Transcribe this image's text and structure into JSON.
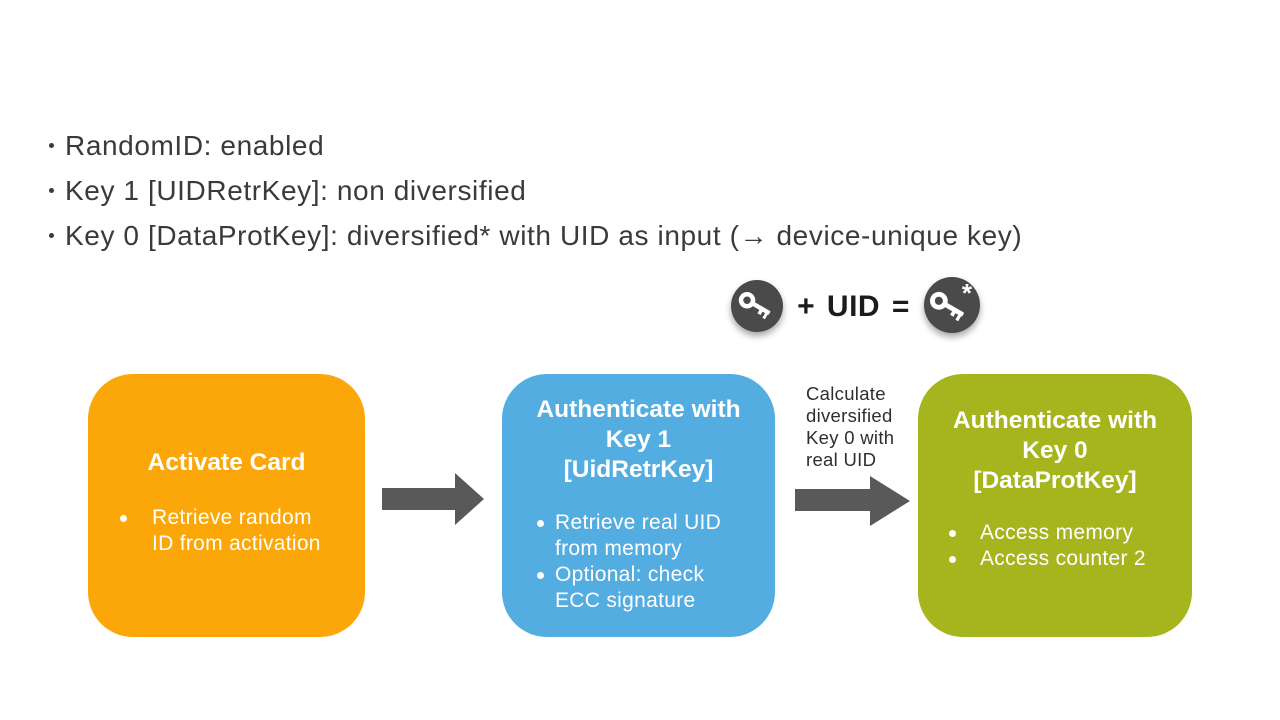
{
  "top_bullets": [
    "RandomID: enabled",
    "Key 1 [UIDRetrKey]: non diversified",
    "Key 0 [DataProtKey]: diversified* with UID as input (→ device-unique key)"
  ],
  "key_equation": {
    "text": "+ UID =",
    "asterisk": "*",
    "left_icon": "key-icon",
    "right_icon": "diversified-key-icon"
  },
  "flow": {
    "arrow_label": "Calculate\ndiversified\nKey 0 with\nreal UID",
    "boxes": [
      {
        "name": "activate-card",
        "color": "#FBA70A",
        "title": "Activate Card",
        "bullets": [
          "Retrieve random\nID from activation"
        ]
      },
      {
        "name": "authenticate-key-1",
        "color": "#54ADE1",
        "title": "Authenticate with\nKey 1\n[UidRetrKey]",
        "bullets": [
          "Retrieve real UID\nfrom memory",
          "Optional: check\nECC signature"
        ]
      },
      {
        "name": "authenticate-key-0",
        "color": "#A6B41E",
        "title": "Authenticate with\nKey 0\n[DataProtKey]",
        "bullets": [
          "Access memory",
          "Access counter 2"
        ]
      }
    ]
  },
  "colors": {
    "arrow": "#595959",
    "key_circle": "#4A4A4A",
    "text": "#3A3A3A",
    "box_orange": "#FBA70A",
    "box_blue": "#54ADE1",
    "box_green": "#A6B41E"
  }
}
